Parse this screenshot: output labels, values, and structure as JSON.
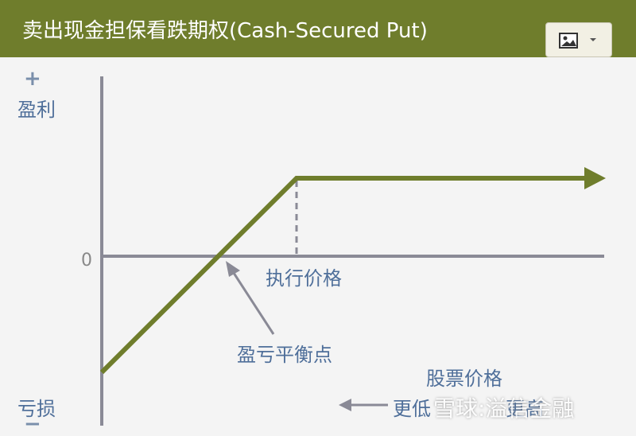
{
  "header": {
    "title": "卖出现金担保看跌期权(Cash-Secured Put)",
    "image_menu_icon": "picture-icon",
    "dropdown_icon": "caret-down-icon"
  },
  "labels": {
    "plus_sign": "+",
    "profit": "盈利",
    "zero": "0",
    "loss": "亏损",
    "minus_sign": "−",
    "strike_price": "执行价格",
    "breakeven": "盈亏平衡点",
    "stock_price": "股票价格",
    "lower": "更低",
    "higher": "更高"
  },
  "watermark": "雪球:溢信金融",
  "colors": {
    "header_bg": "#6f7d2c",
    "payoff_line": "#6f7d2c",
    "axis": "#8a8a96",
    "label_text": "#4f6f9a",
    "arrow_gray": "#8a8a96"
  }
}
